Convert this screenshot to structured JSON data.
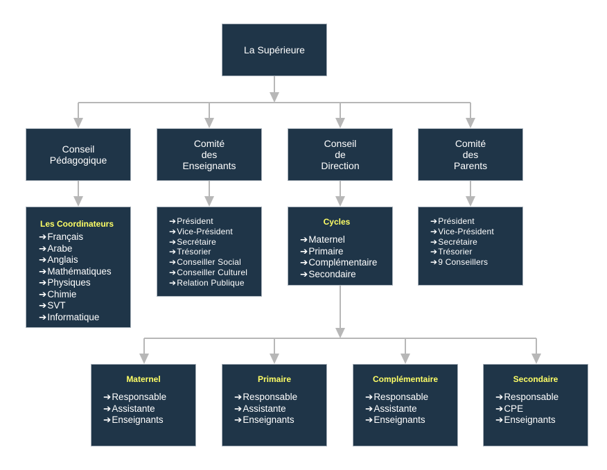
{
  "arrow_glyph": "➔",
  "colors": {
    "box_fill": "#1f3548",
    "box_border": "#a9b2bb",
    "heading_text": "#ffff66",
    "connector": "#b7b7b7"
  },
  "top": {
    "title": "La Supérieure"
  },
  "bodies": [
    {
      "id": "conseil-pedagogique",
      "title": "Conseil\nPédagogique"
    },
    {
      "id": "comite-enseignants",
      "title": "Comité\ndes\nEnseignants"
    },
    {
      "id": "conseil-direction",
      "title": "Conseil\nde\nDirection"
    },
    {
      "id": "comite-parents",
      "title": "Comité\ndes\nParents"
    }
  ],
  "details": {
    "coordinateurs": {
      "heading": "Les Coordinateurs",
      "items": [
        "Français",
        "Arabe",
        "Anglais",
        "Mathématiques",
        "Physiques",
        "Chimie",
        "SVT",
        "Informatique"
      ]
    },
    "enseignants": {
      "items": [
        "Président",
        "Vice-Président",
        "Secrétaire",
        "Trésorier",
        "Conseiller Social",
        "Conseiller Culturel",
        "Relation Publique"
      ]
    },
    "cycles": {
      "heading": "Cycles",
      "items": [
        "Maternel",
        "Primaire",
        "Complémentaire",
        "Secondaire"
      ]
    },
    "parents": {
      "items": [
        "Président",
        "Vice-Président",
        "Secrétaire",
        "Trésorier",
        "9 Conseillers"
      ]
    }
  },
  "cycle_boxes": [
    {
      "heading": "Maternel",
      "items": [
        "Responsable",
        "Assistante",
        "Enseignants"
      ]
    },
    {
      "heading": "Primaire",
      "items": [
        "Responsable",
        "Assistante",
        "Enseignants"
      ]
    },
    {
      "heading": "Complémentaire",
      "items": [
        "Responsable",
        "Assistante",
        "Enseignants"
      ]
    },
    {
      "heading": "Secondaire",
      "items": [
        "Responsable",
        "CPE",
        "Enseignants"
      ]
    }
  ]
}
